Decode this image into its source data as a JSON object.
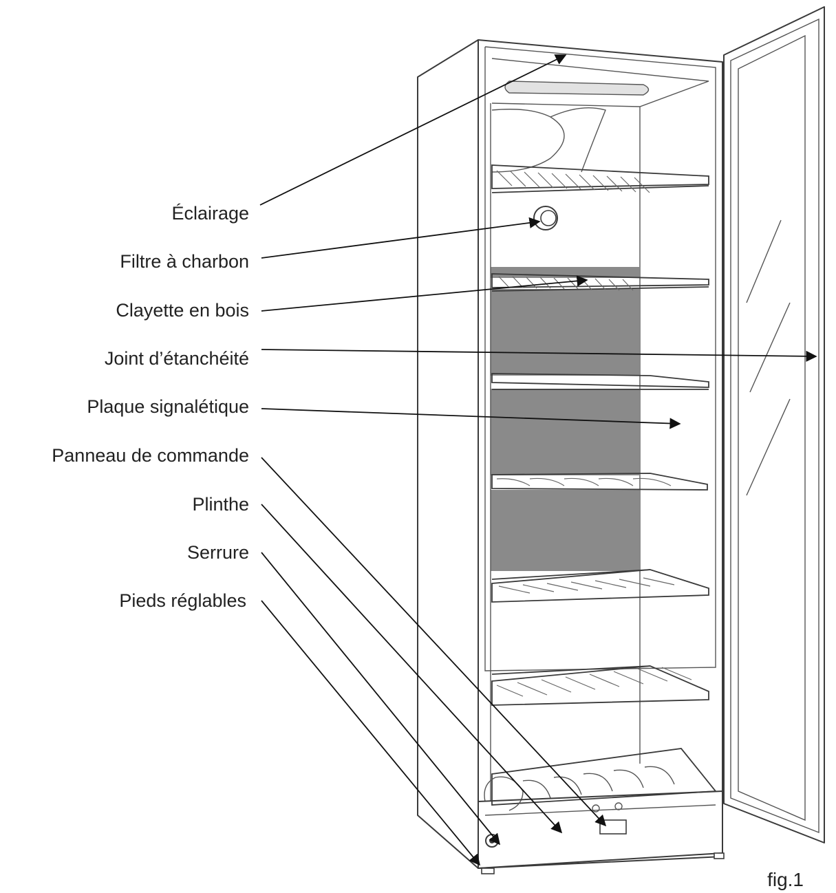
{
  "labels": {
    "eclairage": "Éclairage",
    "filtre": "Filtre à charbon",
    "clayette": "Clayette en bois",
    "joint": "Joint d’étanchéité",
    "plaque": "Plaque signalétique",
    "panneau": "Panneau de commande",
    "plinthe": "Plinthe",
    "serrure": "Serrure",
    "pieds": "Pieds réglables"
  },
  "figure_label": "fig.1",
  "colors": {
    "line": "#3a3a3a",
    "back_panel": "#8a8a8a",
    "light_bar": "#e2e2e2",
    "arrow": "#111111"
  }
}
